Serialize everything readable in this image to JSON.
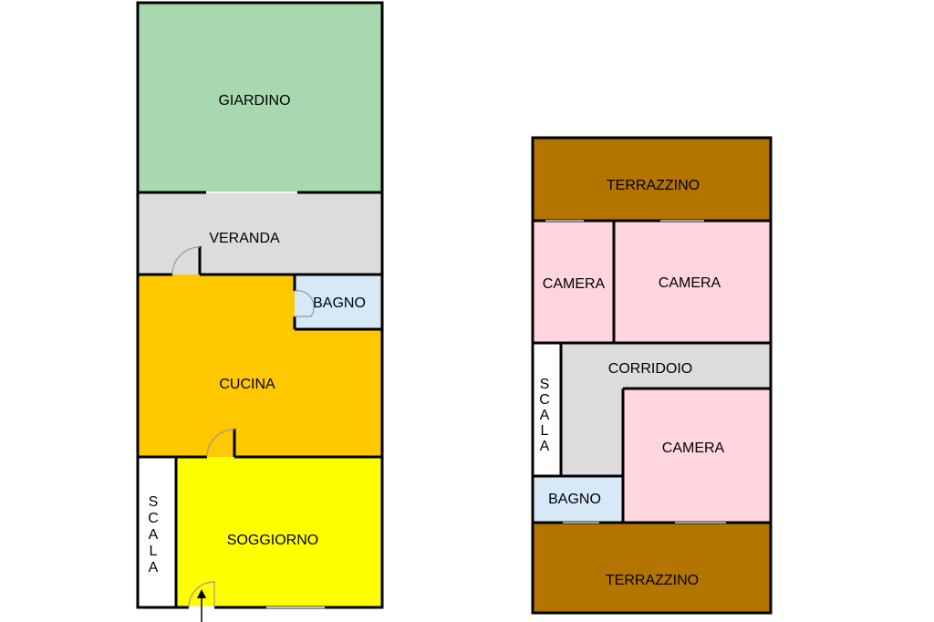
{
  "plans": {
    "ground_floor": {
      "rooms": {
        "giardino": "GIARDINO",
        "veranda": "VERANDA",
        "bagno": "BAGNO",
        "cucina": "CUCINA",
        "scala": "SCALA",
        "soggiorno": "SOGGIORNO"
      }
    },
    "upper_floor": {
      "rooms": {
        "terrazzino_top": "TERRAZZINO",
        "camera_small": "CAMERA",
        "camera_large": "CAMERA",
        "corridoio": "CORRIDOIO",
        "scala": "SCALA",
        "camera_right": "CAMERA",
        "bagno": "BAGNO",
        "terrazzino_bottom": "TERRAZZINO"
      }
    }
  },
  "colors": {
    "giardino": "#a8d8b0",
    "veranda": "#dcdcdc",
    "bagno": "#d7e8f7",
    "cucina": "#ffc800",
    "soggiorno": "#ffff00",
    "scala": "#ffffff",
    "terrazzino": "#b37400",
    "camera": "#ffd6de",
    "corridoio": "#dcdcdc",
    "wall": "#000000",
    "door": "#999999"
  }
}
